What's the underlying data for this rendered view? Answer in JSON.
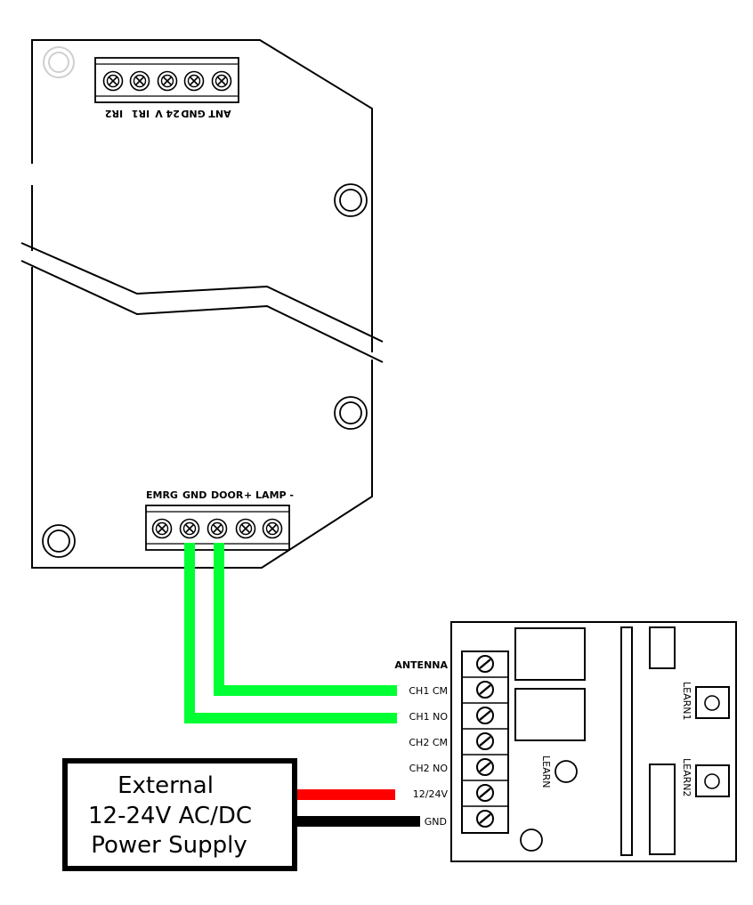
{
  "controller": {
    "top_terminal_labels": [
      "IR2",
      "IR1",
      "24 V",
      "GND",
      "ANT"
    ],
    "bottom_terminal_labels": [
      "EMRG",
      "GND",
      "DOOR",
      "+ LAMP -"
    ]
  },
  "receiver": {
    "terminal_labels": [
      "ANTENNA",
      "CH1 CM",
      "CH1 NO",
      "CH2 CM",
      "CH2 NO",
      "12/24V",
      "GND"
    ],
    "learn_label": "LEARN",
    "learn1_label": "LEARN1",
    "learn2_label": "LEARN2"
  },
  "power_supply": {
    "lines": [
      "External",
      "12-24V AC/DC",
      "Power Supply"
    ]
  },
  "colors": {
    "signal_wire": "#00ff33",
    "power_wire": "#ff0000",
    "ground_wire": "#000000"
  }
}
